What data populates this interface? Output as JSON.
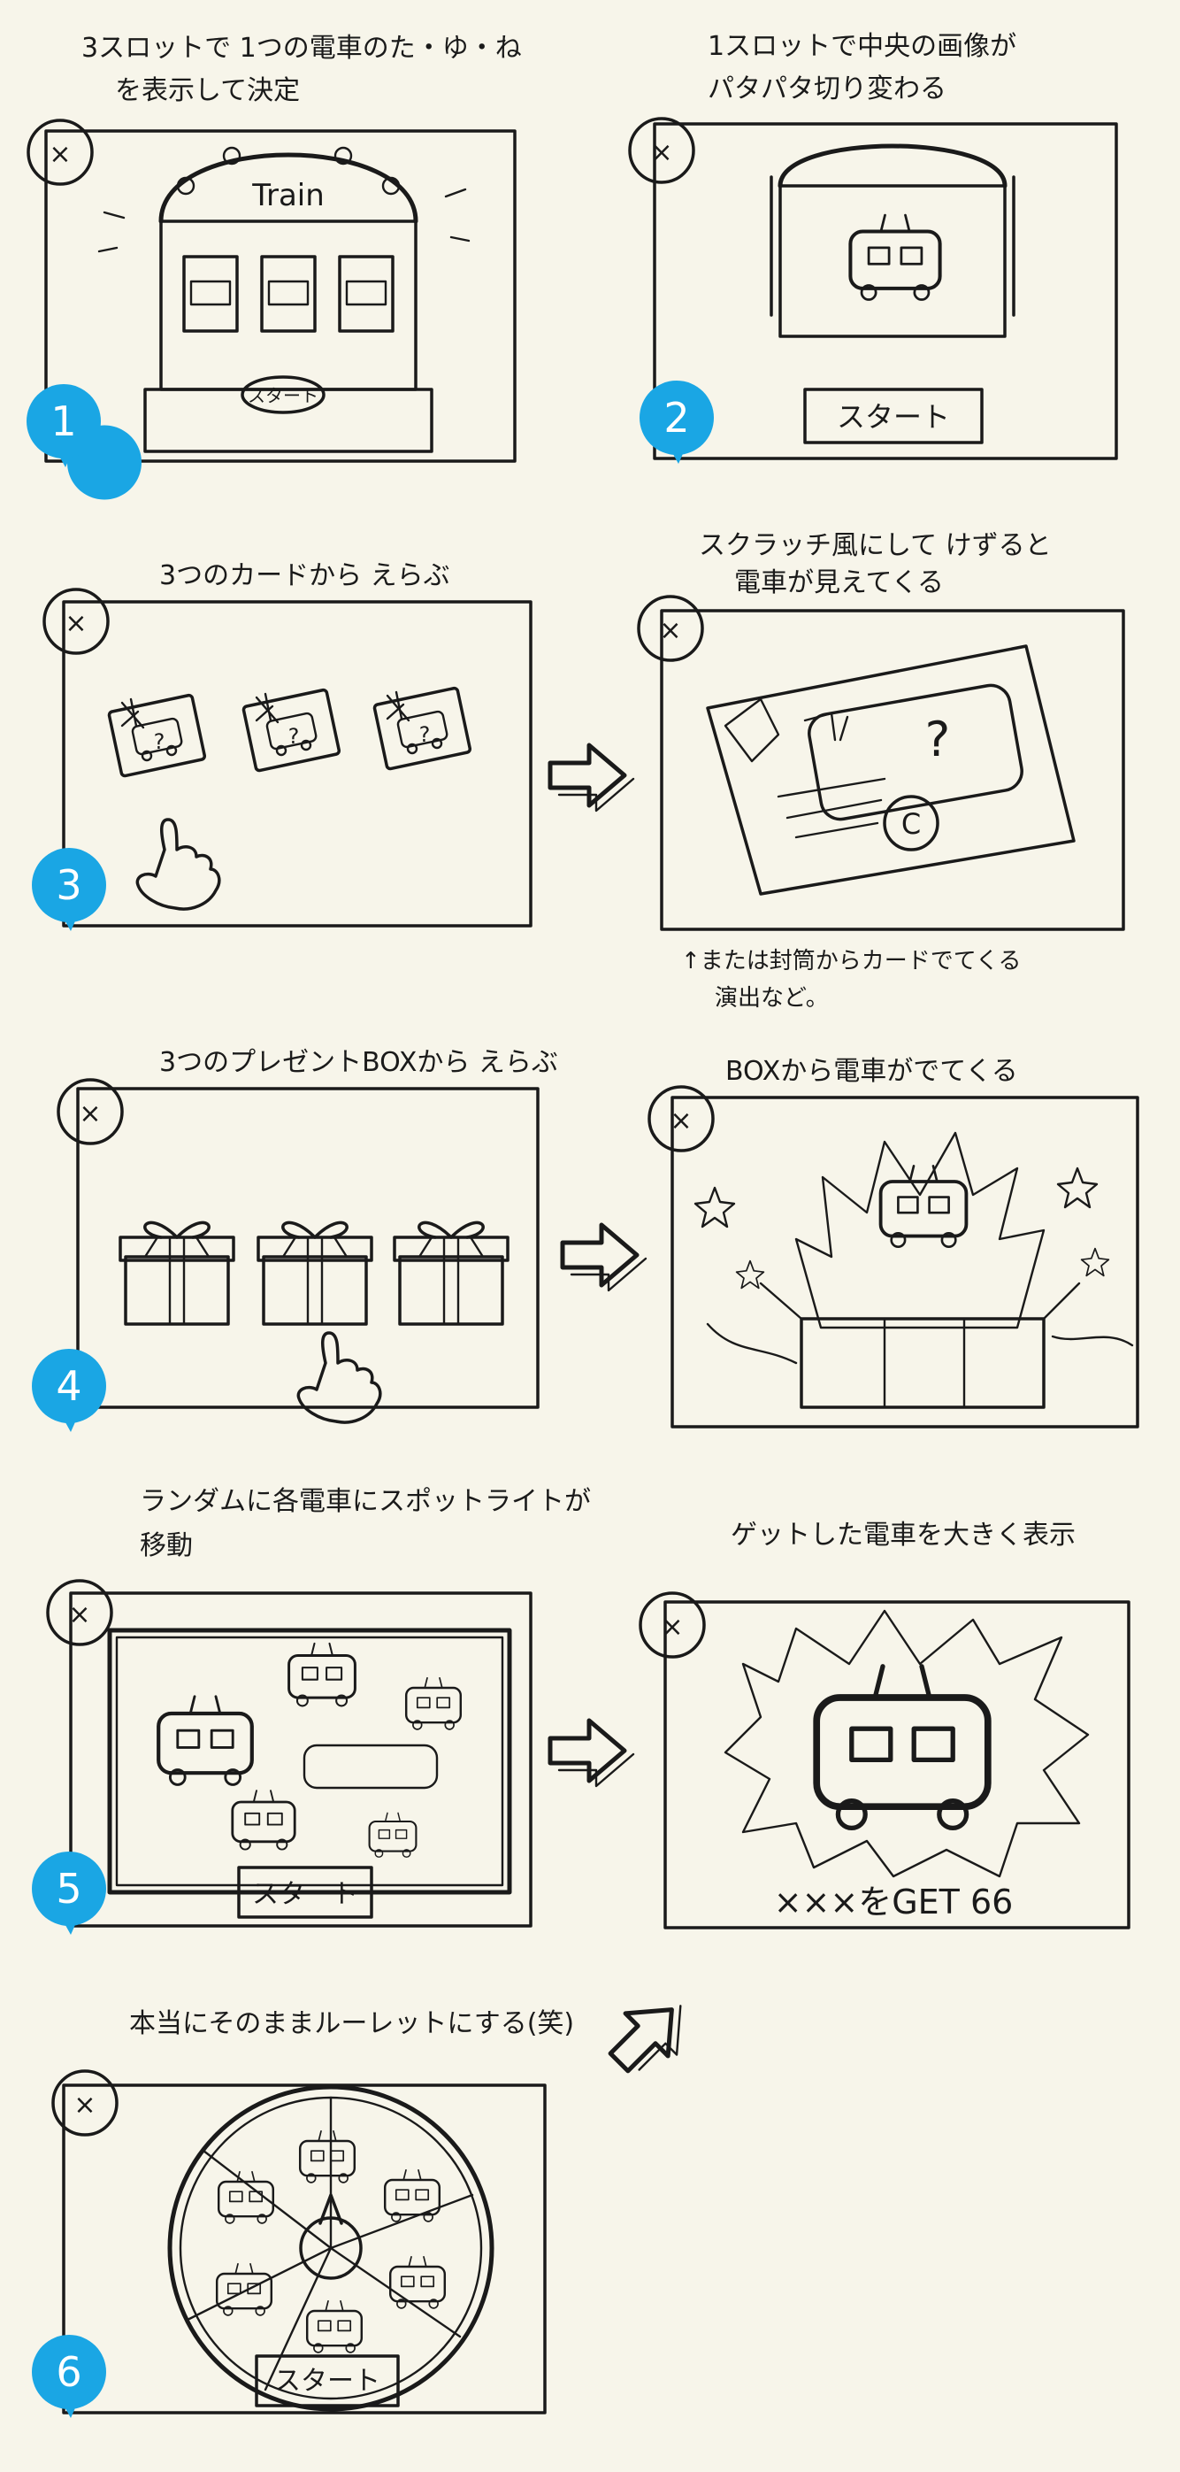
{
  "colors": {
    "background": "#f7f5ea",
    "ink": "#1a1a1a",
    "badge": "#1aa6e4"
  },
  "panels": [
    {
      "number": "1",
      "caption": "3スロットで 1つの電車のた・ゆ・ね\nを表示して決定",
      "signs": {
        "title": "Train",
        "button": "スタート"
      }
    },
    {
      "number": "2",
      "caption": "1スロットで中央の画像が\nパタパタ切り変わる",
      "signs": {
        "button": "スタート"
      }
    },
    {
      "number": "3",
      "caption": "3つのカードから えらぶ",
      "signs": {
        "mark": "?"
      }
    },
    {
      "caption": "スクラッチ風にして けずると\n電車が見えてくる",
      "signs": {
        "mark": "?",
        "coin": "C"
      },
      "note": "↑または封筒からカードでてくる\n演出など。"
    },
    {
      "number": "4",
      "caption": "3つのプレゼントBOXから えらぶ"
    },
    {
      "caption": "BOXから電車がでてくる"
    },
    {
      "number": "5",
      "caption": "ランダムに各電車にスポットライトが\n移動",
      "signs": {
        "button": "スタート"
      }
    },
    {
      "caption": "ゲットした電車を大きく表示",
      "signs": {
        "result": "×××をGET 66"
      }
    },
    {
      "number": "6",
      "caption": "本当にそのままルーレットにする(笑)",
      "signs": {
        "button": "スタート"
      }
    }
  ],
  "icons": [
    "close-icon",
    "arrow-right-icon",
    "arrow-up-right-icon",
    "train-icon",
    "gift-box-icon",
    "pointing-hand-icon",
    "star-icon",
    "coin-icon"
  ]
}
